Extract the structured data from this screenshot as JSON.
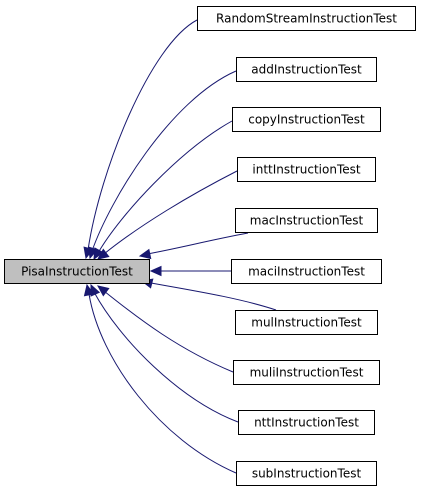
{
  "diagram": {
    "base_class": "PisaInstructionTest",
    "derived_classes": [
      "RandomStreamInstructionTest",
      "addInstructionTest",
      "copyInstructionTest",
      "inttInstructionTest",
      "macInstructionTest",
      "maciInstructionTest",
      "mulInstructionTest",
      "muliInstructionTest",
      "nttInstructionTest",
      "subInstructionTest"
    ],
    "colors": {
      "edge": "#191970",
      "base_fill": "#bfbfbf",
      "node_fill": "#ffffff",
      "node_border": "#000000"
    }
  }
}
